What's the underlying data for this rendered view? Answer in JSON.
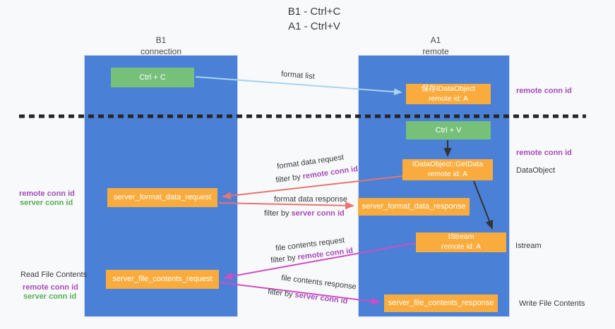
{
  "title": {
    "line1": "B1 - Ctrl+C",
    "line2": "A1 - Ctrl+V"
  },
  "columns": {
    "left": {
      "name": "B1",
      "role": "connection"
    },
    "right": {
      "name": "A1",
      "role": "remote"
    }
  },
  "boxes": {
    "ctrl_c": {
      "label": "Ctrl + C"
    },
    "ctrl_v": {
      "label": "Ctrl + V"
    },
    "save_idataobject": {
      "line1": "保存IDataObject",
      "line2": "remote id: A"
    },
    "idataobject_getdata": {
      "line1": "IDataObject::GetData",
      "line2": "remote id: A"
    },
    "istream": {
      "line1": "IStream",
      "line2": "remote id: A"
    },
    "server_format_data_request": {
      "label": "server_format_data_request"
    },
    "server_format_data_response": {
      "label": "server_format_data_response"
    },
    "server_file_contents_request": {
      "label": "server_file_contents_request"
    },
    "server_file_contents_response": {
      "label": "server_file_contents_response"
    }
  },
  "flow_labels": {
    "format_list": "format list",
    "format_data_request": "format data request",
    "format_data_response": "format data response",
    "file_contents_request": "file contents request",
    "file_contents_response": "file contents response",
    "filter_by": "filter by",
    "remote_conn_id": "remote conn id",
    "server_conn_id": "server conn id"
  },
  "side_labels": {
    "remote_conn_id": "remote conn id",
    "server_conn_id": "server conn id",
    "dataobject": "DataObject",
    "istream": "Istream",
    "read_file_contents": "Read File Contents",
    "write_file_contents": "Write File Contents"
  },
  "colors": {
    "column_blue": "#4a80d5",
    "box_orange": "#f9ac3d",
    "box_green": "#76c07a",
    "arrow_red": "#e77471",
    "arrow_magenta": "#ce4ec5",
    "arrow_light_blue": "#a9d2ee",
    "arrow_black": "#333333",
    "dashed_line_black": "#262626",
    "label_purple": "#a64db8",
    "label_green": "#55b055"
  }
}
